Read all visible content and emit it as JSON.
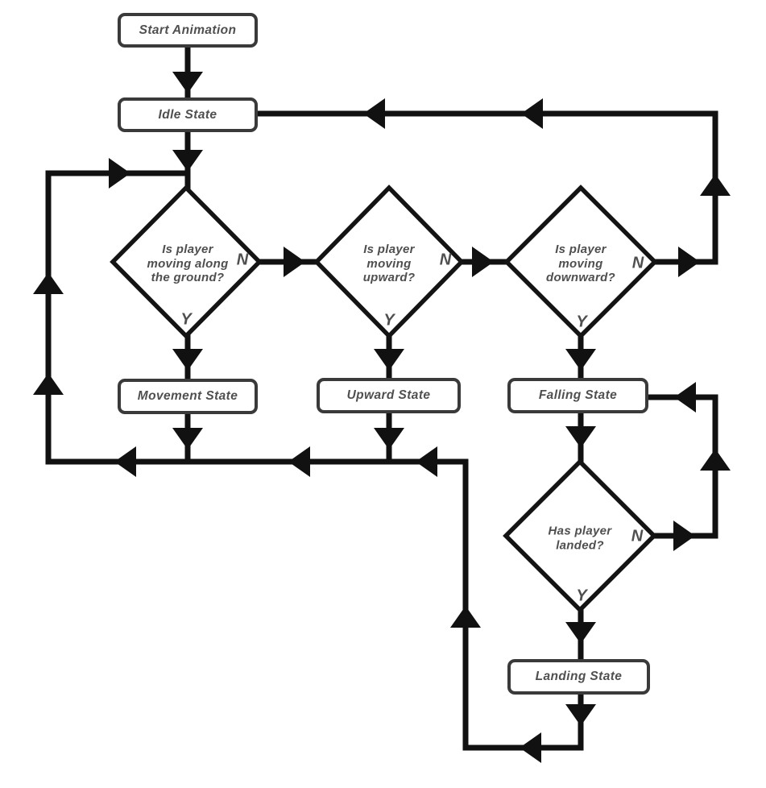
{
  "diagram": {
    "type": "flowchart",
    "background": "#ffffff"
  },
  "colors": {
    "connector": "#111111",
    "arrowhead": "#111111",
    "diamond_border": "#141414",
    "node_border": "#3a3a3a",
    "node_fill": "#ffffff",
    "text": "#4f4f4f"
  },
  "nodes": {
    "start": {
      "label": "Start Animation"
    },
    "idle": {
      "label": "Idle State"
    },
    "movement": {
      "label": "Movement State"
    },
    "upward": {
      "label": "Upward State"
    },
    "falling": {
      "label": "Falling State"
    },
    "landing": {
      "label": "Landing State"
    }
  },
  "decisions": {
    "moving_ground": {
      "question": "Is player\nmoving along\nthe ground?",
      "no": "N",
      "yes": "Y"
    },
    "moving_upward": {
      "question": "Is player\nmoving\nupward?",
      "no": "N",
      "yes": "Y"
    },
    "moving_downward": {
      "question": "Is player\nmoving\ndownward?",
      "no": "N",
      "yes": "Y"
    },
    "has_landed": {
      "question": "Has player\nlanded?",
      "no": "N",
      "yes": "Y"
    }
  }
}
